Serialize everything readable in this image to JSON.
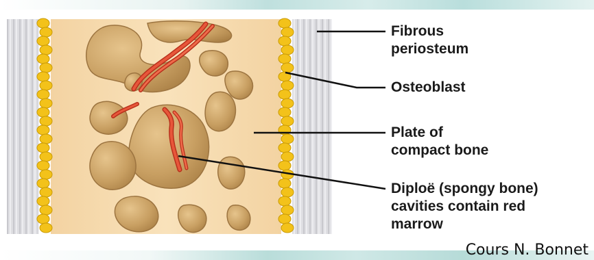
{
  "diagram": {
    "labels": [
      {
        "id": "fibrous-periosteum",
        "lines": [
          "Fibrous",
          "periosteum"
        ]
      },
      {
        "id": "osteoblast",
        "lines": [
          "Osteoblast"
        ]
      },
      {
        "id": "plate-compact-bone",
        "lines": [
          "Plate of",
          "compact bone"
        ]
      },
      {
        "id": "diploe",
        "lines": [
          "Diploë (spongy bone)",
          "cavities contain red",
          "marrow"
        ]
      }
    ]
  },
  "credit": "Cours N. Bonnet",
  "colors": {
    "periosteum": "#dcdce0",
    "osteoblast": "#f3c21a",
    "compact_bone": "#f7dcb0",
    "cavity": "#c9a46a",
    "vessel": "#e0462a",
    "leader": "#111111"
  }
}
